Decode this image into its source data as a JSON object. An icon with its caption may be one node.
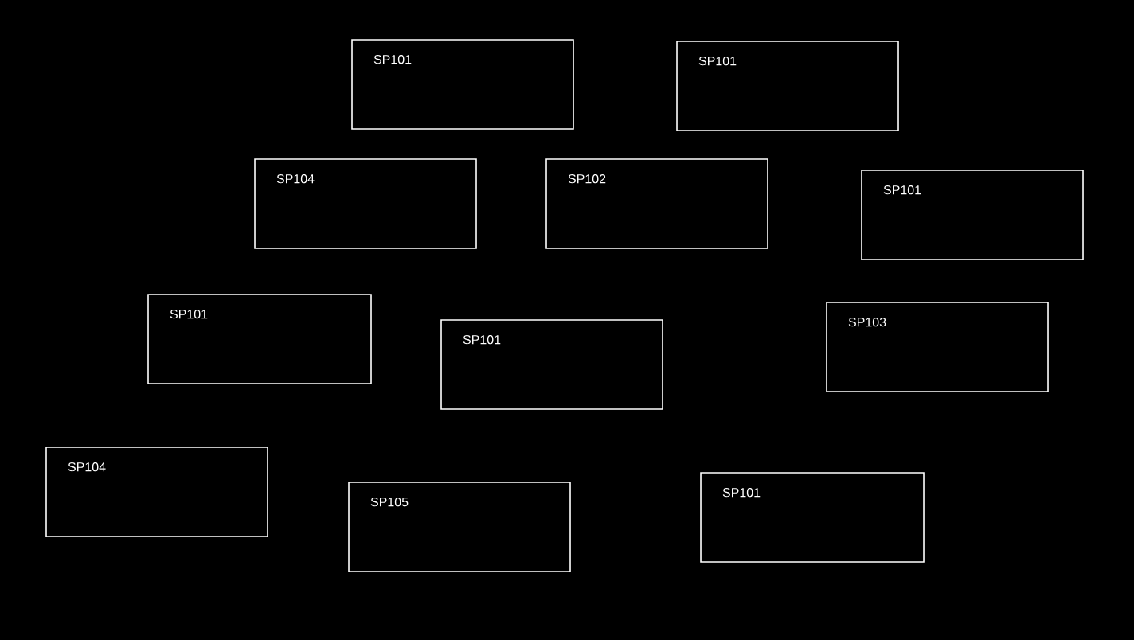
{
  "diagram": {
    "nodes": [
      {
        "text": [
          "SP101"
        ]
      },
      {
        "text": [
          "SP101"
        ]
      },
      {
        "text": [
          "SP104"
        ]
      },
      {
        "text": [
          "SP102"
        ]
      },
      {
        "text": [
          "SP101"
        ]
      },
      {
        "text": [
          "SP101"
        ]
      },
      {
        "text": [
          "SP103"
        ]
      },
      {
        "text": [
          "SP101"
        ]
      },
      {
        "text": [
          "SP104"
        ]
      },
      {
        "text": [
          "SP101"
        ]
      },
      {
        "text": [
          "SP105"
        ]
      }
    ]
  }
}
